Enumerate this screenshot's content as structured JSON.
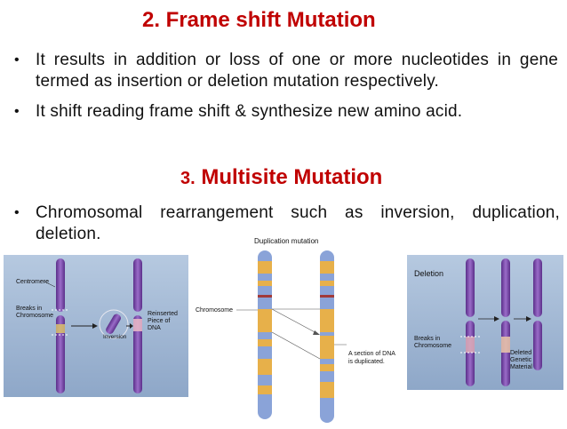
{
  "section1": {
    "title": "2. Frame shift Mutation",
    "bullets": [
      "It results in addition or loss of one or more nucleotides in gene termed as insertion or deletion mutation respectively.",
      "It shift reading frame shift & synthesize new amino acid."
    ]
  },
  "section2": {
    "title_num": "3.",
    "title_text": "Multisite Mutation",
    "bullets": [
      "Chromosomal rearrangement such as inversion, duplication, deletion."
    ]
  },
  "figures": {
    "inversion": {
      "labels": {
        "centromere": "Centromere",
        "breaks_line1": "Breaks in",
        "breaks_line2": "Chromosome",
        "inversion": "Inversion",
        "reinserted_line1": "Reinserted",
        "reinserted_line2": "Piece of",
        "reinserted_line3": "DNA"
      }
    },
    "duplication": {
      "labels": {
        "title": "Duplication mutation",
        "chromosome": "Chromosome",
        "section_line1": "A section of DNA",
        "section_line2": "is duplicated."
      }
    },
    "deletion": {
      "labels": {
        "title": "Deletion",
        "breaks_line1": "Breaks in",
        "breaks_line2": "Chromosome",
        "deleted_line1": "Deleted",
        "deleted_line2": "Genetic",
        "deleted_line3": "Material"
      }
    }
  },
  "colors": {
    "title_red": "#c00000",
    "chromosome_purple": "#7a4aa8",
    "panel_bg": "#9fb7d6",
    "dup_blue": "#8aa3d8",
    "dup_orange": "#e7b04a"
  }
}
